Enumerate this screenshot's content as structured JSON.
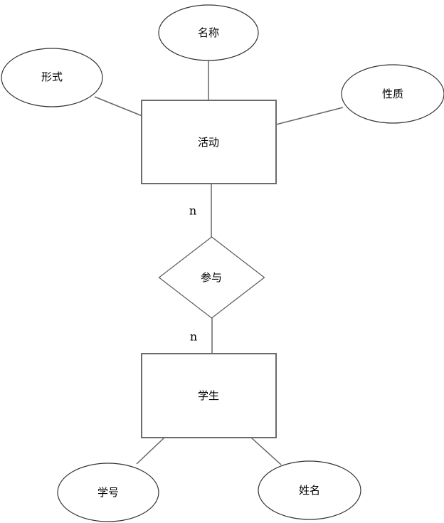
{
  "colors": {
    "background": "#ffffff",
    "shape_fill": "#ffffff",
    "attribute_stroke": "#333333",
    "entity_stroke": "#6b6b6b",
    "relationship_stroke": "#595959",
    "connector_stroke": "#666666",
    "text": "#000000"
  },
  "entities": [
    {
      "label": "活动"
    },
    {
      "label": "学生"
    }
  ],
  "relationship": {
    "label": "参与"
  },
  "attributes": [
    {
      "label": "名称"
    },
    {
      "label": "形式"
    },
    {
      "label": "性质"
    },
    {
      "label": "学号"
    },
    {
      "label": "姓名"
    }
  ],
  "cardinalities": [
    {
      "label": "n"
    },
    {
      "label": "n"
    }
  ]
}
